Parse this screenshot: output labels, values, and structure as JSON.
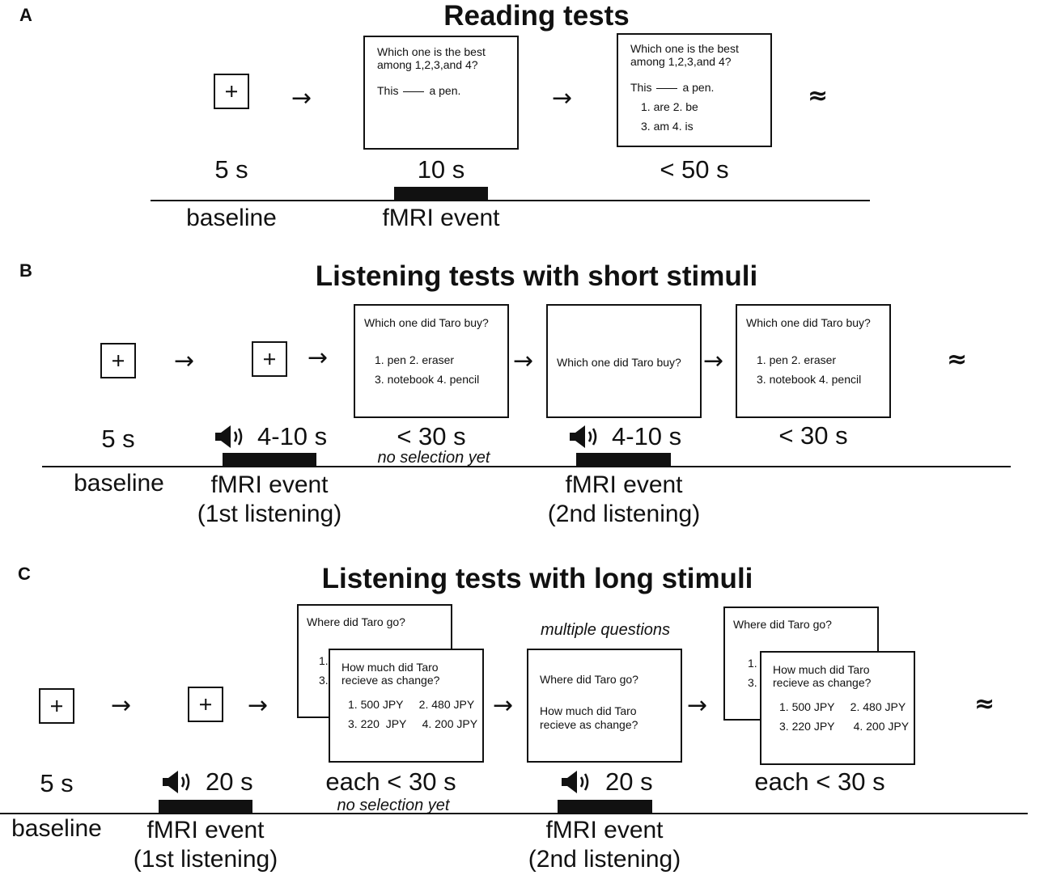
{
  "panel_a": {
    "letter": "A",
    "title": "Reading tests",
    "screen1": {
      "q1": "Which one is the best",
      "q2": "among 1,2,3,and 4?",
      "s_pre": "This",
      "s_post": "a pen."
    },
    "screen2": {
      "q1": "Which one is the best",
      "q2": "among 1,2,3,and 4?",
      "s_pre": "This",
      "s_post": "a pen.",
      "opt1": "1. are   2. be",
      "opt2": "3. am   4. is"
    },
    "dur_baseline": "5 s",
    "dur_event": "10 s",
    "dur_answer": "< 50 s",
    "label_baseline": "baseline",
    "label_event": "fMRI event",
    "approx": "≈"
  },
  "panel_b": {
    "letter": "B",
    "title": "Listening tests with short stimuli",
    "screen1": {
      "q": "Which one did Taro buy?",
      "opt1": "1. pen     2. eraser",
      "opt2": "3. notebook  4. pencil"
    },
    "screen2": {
      "q": "Which one did Taro buy?"
    },
    "screen3": {
      "q": "Which one did Taro buy?",
      "opt1": "1. pen     2. eraser",
      "opt2": "3. notebook  4. pencil"
    },
    "dur_baseline": "5 s",
    "dur_listen1": "4-10 s",
    "dur_answer1": "< 30 s",
    "note_no_selection": "no selection yet",
    "dur_listen2": "4-10 s",
    "dur_answer2": "< 30 s",
    "label_baseline": "baseline",
    "label_event1": "fMRI event",
    "label_event1_sub": "(1st listening)",
    "label_event2": "fMRI event",
    "label_event2_sub": "(2nd listening)",
    "approx": "≈"
  },
  "panel_c": {
    "letter": "C",
    "title": "Listening tests with long stimuli",
    "stack1_back": {
      "q": "Where did Taro go?",
      "n1": "1.",
      "n3": "3."
    },
    "stack1_front": {
      "q1": "How much did Taro",
      "q2": "recieve as change?",
      "opt1": "1. 500 JPY     2. 480 JPY",
      "opt2": "3. 220  JPY     4. 200 JPY"
    },
    "middle_note": "multiple questions",
    "middle_screen": {
      "q1": "Where did Taro go?",
      "q2": "How much did Taro",
      "q3": "recieve as change?"
    },
    "stack2_back": {
      "q": "Where did Taro go?",
      "n1": "1.",
      "n3": "3."
    },
    "stack2_front": {
      "q1": "How much did Taro",
      "q2": "recieve as change?",
      "opt1": "1. 500 JPY     2. 480 JPY",
      "opt2": "3. 220 JPY      4. 200 JPY"
    },
    "dur_baseline": "5 s",
    "dur_listen1": "20 s",
    "dur_answer1": "each < 30 s",
    "note_no_selection": "no selection yet",
    "dur_listen2": "20 s",
    "dur_answer2": "each < 30 s",
    "label_baseline": "baseline",
    "label_event1": "fMRI event",
    "label_event1_sub": "(1st listening)",
    "label_event2": "fMRI event",
    "label_event2_sub": "(2nd listening)",
    "approx": "≈"
  },
  "icons": {
    "fixation": "fixation-cross-icon",
    "speaker": "speaker-icon",
    "arrow": "right-arrow-icon"
  }
}
